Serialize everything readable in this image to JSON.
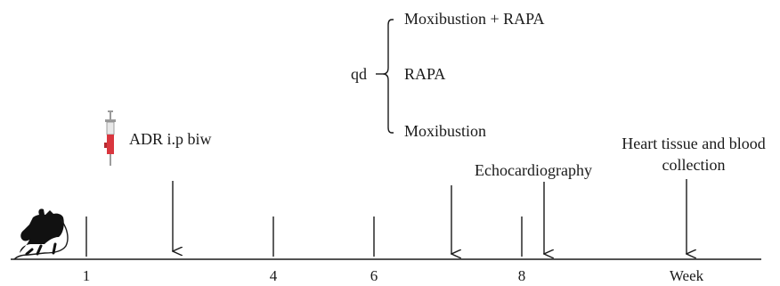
{
  "treatment": {
    "frequency": "qd",
    "groups": [
      "Moxibustion + RAPA",
      "RAPA",
      "Moxibustion"
    ]
  },
  "injection": {
    "label": "ADR i.p biw"
  },
  "events": {
    "echo": "Echocardiography",
    "collection_line1": "Heart tissue and blood",
    "collection_line2": "collection"
  },
  "timeline": {
    "ticks": [
      "1",
      "4",
      "6",
      "8"
    ],
    "unit": "Week"
  },
  "colors": {
    "ink": "#1a1a1a",
    "syringe": "#d9363e"
  },
  "icons": [
    "rat-icon",
    "syringe-icon"
  ]
}
